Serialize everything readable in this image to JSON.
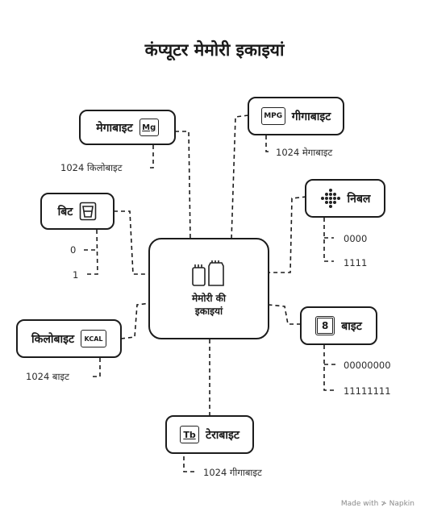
{
  "title": "कंप्यूटर मेमोरी इकाइयां",
  "center": {
    "line1": "मेमोरी की",
    "line2": "इकाइयां"
  },
  "megabyte": {
    "label": "मेगाबाइट",
    "icon_text": "Mg",
    "icon": "mg-icon",
    "note": "1024 किलोबाइट"
  },
  "gigabyte": {
    "label": "गीगाबाइट",
    "icon_text": "MPG",
    "icon": "mpg-icon",
    "note": "1024 मेगाबाइट"
  },
  "bit": {
    "label": "बिट",
    "icon": "glass-icon",
    "values": [
      "0",
      "1"
    ]
  },
  "nibble": {
    "label": "निबल",
    "icon": "dots-grid-icon",
    "values": [
      "0000",
      "1111"
    ]
  },
  "kilobyte": {
    "label": "किलोबाइट",
    "icon_text": "KCAL",
    "icon": "kcal-icon",
    "note": "1024 बाइट"
  },
  "byte": {
    "label": "बाइट",
    "icon_text": "8",
    "icon": "chip-icon",
    "values": [
      "00000000",
      "11111111"
    ]
  },
  "terabyte": {
    "label": "टेराबाइट",
    "icon_text": "Tb",
    "icon": "tb-icon",
    "note": "1024 गीगाबाइट"
  },
  "footer": "Made with ≯ Napkin"
}
